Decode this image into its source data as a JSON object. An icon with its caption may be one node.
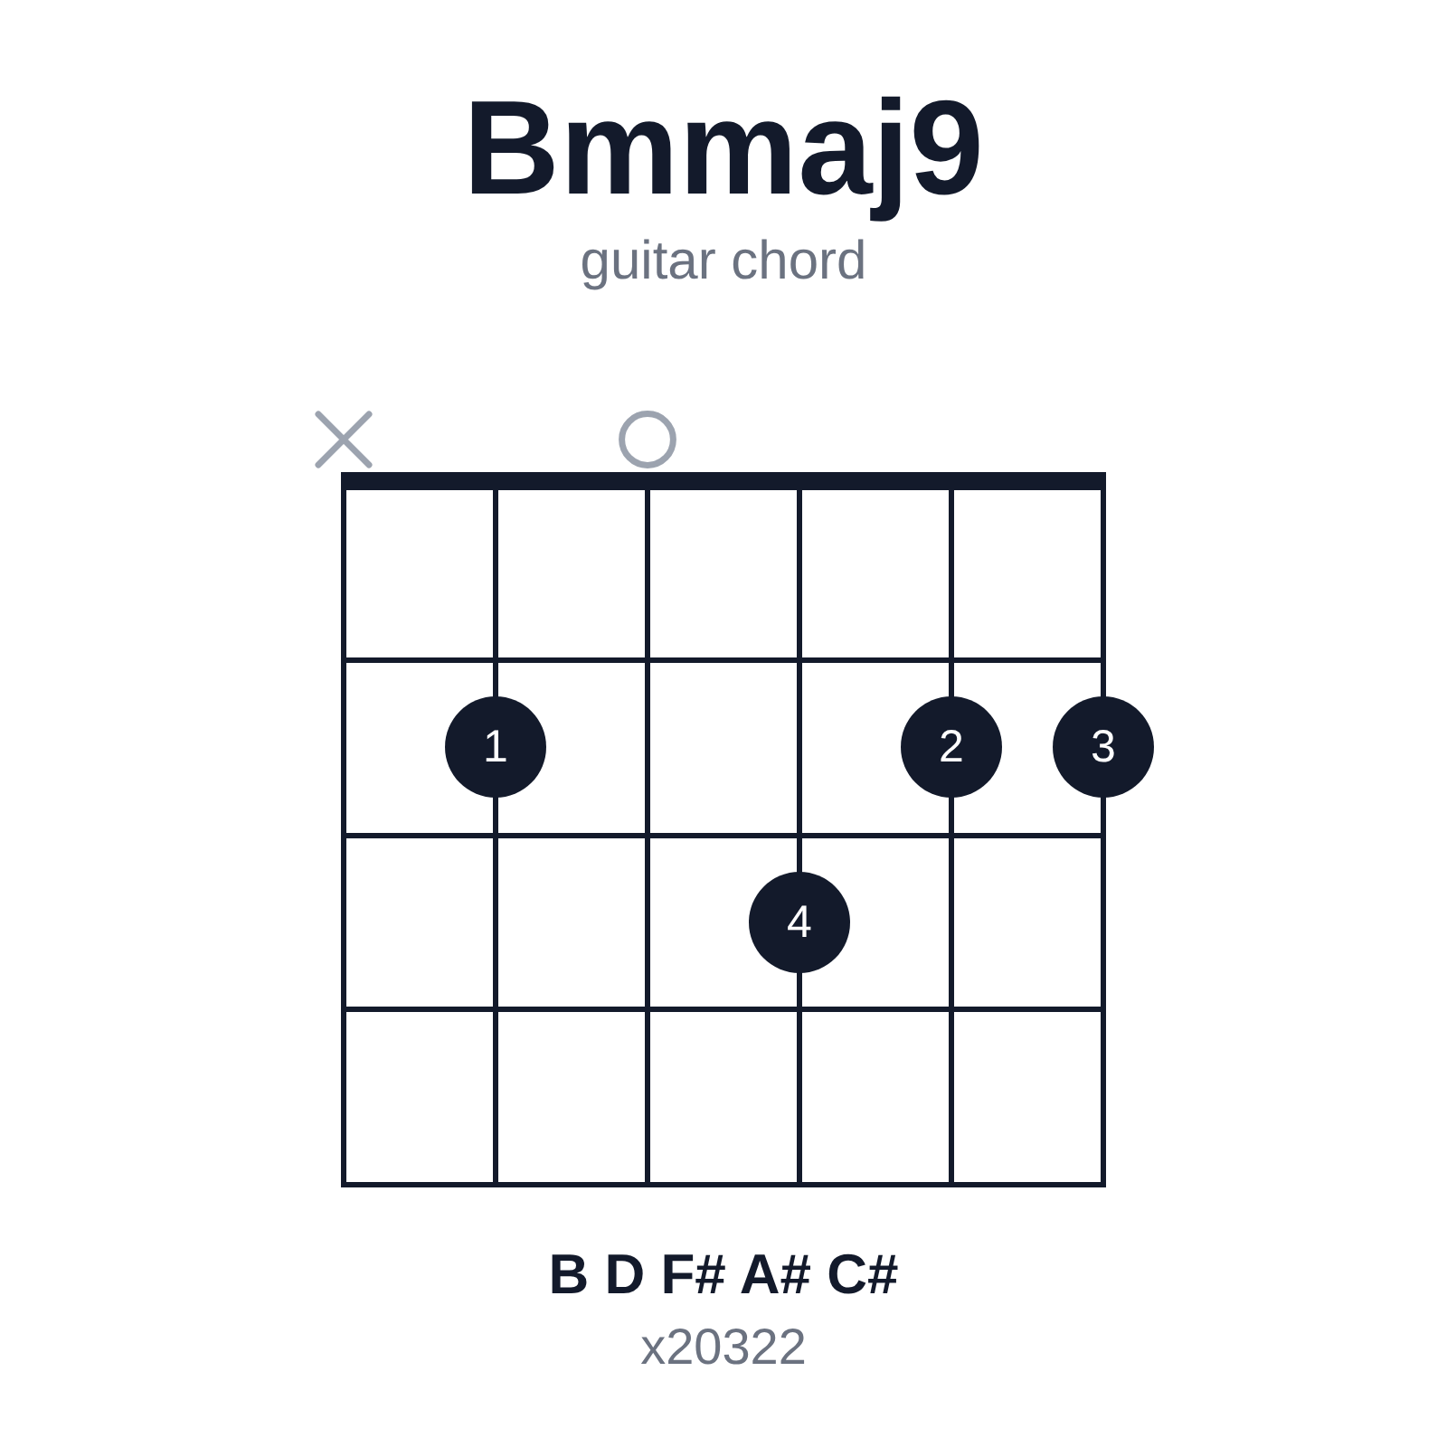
{
  "diagram": {
    "title": "Bmmaj9",
    "nodes": [
      {
        "text": [
          "1"
        ]
      },
      {
        "text": [
          "2"
        ]
      },
      {
        "text": [
          "3"
        ]
      },
      {
        "text": [
          "4"
        ]
      }
    ],
    "edges": [],
    "labels": [
      "guitar chord",
      "B D F# A# C#",
      "x20322"
    ]
  }
}
